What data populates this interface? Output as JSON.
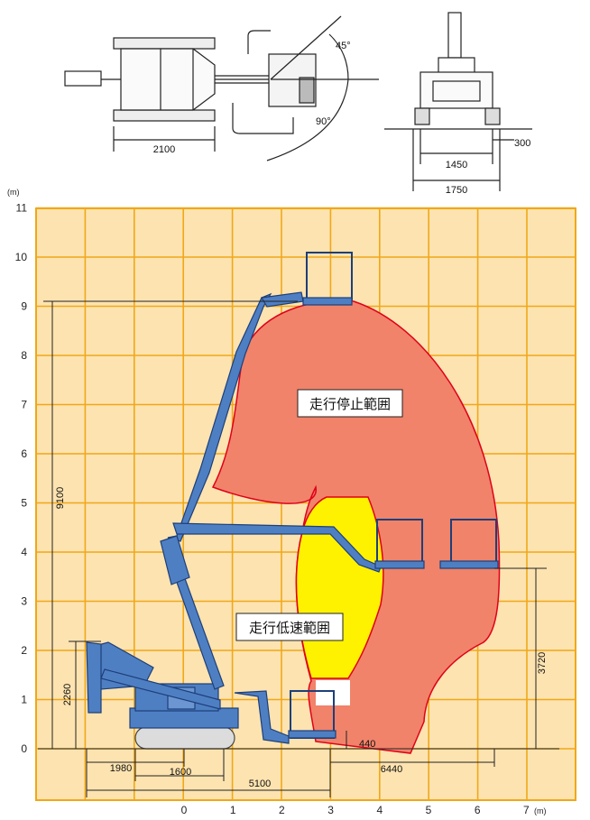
{
  "chart": {
    "y_unit": "(m)",
    "x_unit": "(m)",
    "y_ticks": [
      "0",
      "1",
      "2",
      "3",
      "4",
      "5",
      "6",
      "7",
      "8",
      "9",
      "10",
      "11"
    ],
    "x_ticks": [
      "0",
      "1",
      "2",
      "3",
      "4",
      "5",
      "6",
      "7"
    ]
  },
  "zones": {
    "stop_label": "走行停止範囲",
    "slow_label": "走行低速範囲",
    "stop_color": "#f0836a",
    "slow_color": "#fff200",
    "outline_color": "#e0001a"
  },
  "top_view": {
    "width_dim": "2100",
    "angle_45": "45°",
    "angle_90": "90°"
  },
  "rear_view": {
    "dim_300": "300",
    "dim_1450": "1450",
    "dim_1750": "1750"
  },
  "dimensions": {
    "height_9100": "9100",
    "height_2260": "2260",
    "height_3720": "3720",
    "dim_440": "440",
    "dim_1980": "1980",
    "dim_1600": "1600",
    "dim_5100": "5100",
    "dim_6440": "6440"
  },
  "colors": {
    "grid_bg": "#fde3b0",
    "grid_line": "#f0a818",
    "machine": "#4f7fc3"
  }
}
